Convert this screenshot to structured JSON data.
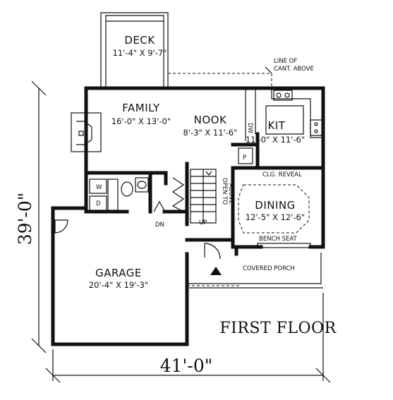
{
  "plan": {
    "title": "FIRST FLOOR",
    "overall_depth": "39'-0\"",
    "overall_width": "41'-0\"",
    "rooms": {
      "deck": {
        "name": "DECK",
        "size": "11'-4\" X 9'-7\""
      },
      "family": {
        "name": "FAMILY",
        "size": "16'-0\" X 13'-0\""
      },
      "nook": {
        "name": "NOOK",
        "size": "8'-3\" X 11'-6\""
      },
      "kit": {
        "name": "KIT",
        "size": "11'-0\" X 11'-6\""
      },
      "dining": {
        "name": "DINING",
        "size": "12'-5\" X 12'-6\""
      },
      "garage": {
        "name": "GARAGE",
        "size": "20'-4\" X 19'-3\""
      }
    },
    "notes": {
      "cant_line1": "LINE OF",
      "cant_line2": "CANT. ABOVE",
      "clg_reveal": "CLG. REVEAL",
      "bench_seat": "BENCH SEAT",
      "covered_porch": "COVERED PORCH",
      "open_to1": "OPEN TO",
      "open_to2": "ABOVE",
      "up": "UP",
      "dw": "DW",
      "w": "W",
      "d": "D",
      "p": "P",
      "dn": "DN"
    }
  }
}
